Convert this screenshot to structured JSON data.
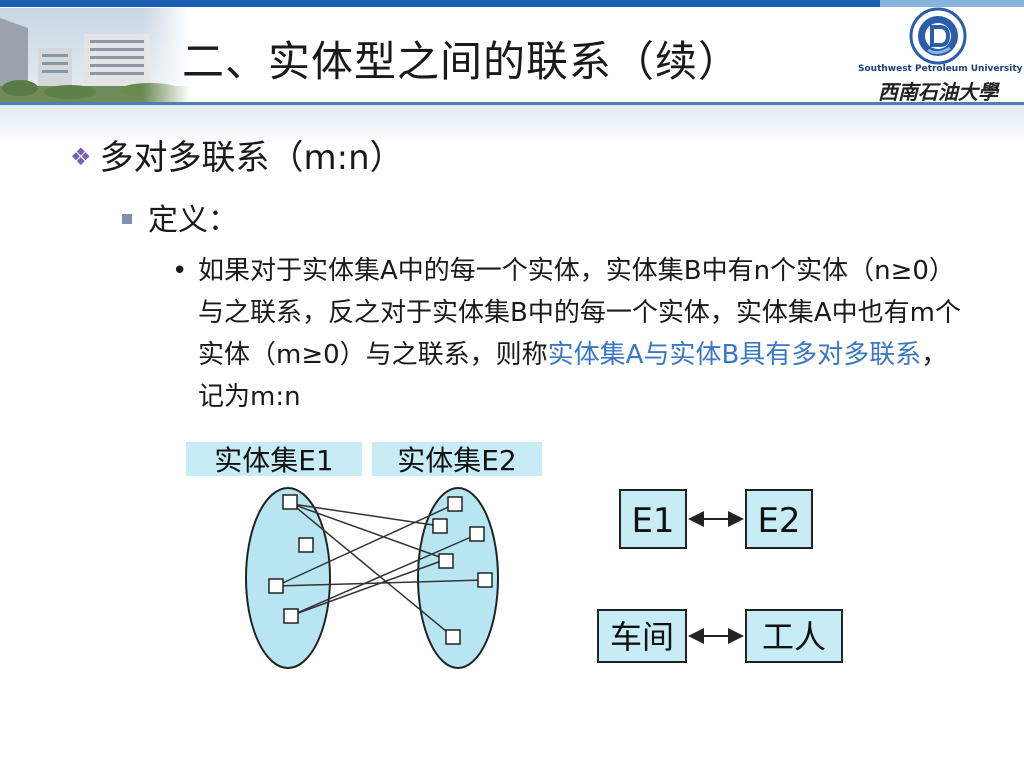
{
  "header": {
    "title": "二、实体型之间的联系（续）",
    "university_en": "Southwest Petroleum University",
    "university_cn": "西南石油大學"
  },
  "content": {
    "level1": "多对多联系（m:n）",
    "level2": "定义：",
    "level3_prefix": "如果对于实体集A中的每一个实体，实体集B中有n个实体（n≥0）与之联系，反之对于实体集B中的每一个实体，实体集A中也有m个实体（m≥0）与之联系，则称",
    "level3_highlight": "实体集A与实体B具有多对多联系",
    "level3_suffix": "，记为m:n"
  },
  "diagram": {
    "set1_label": "实体集E1",
    "set2_label": "实体集E2"
  },
  "relations": [
    {
      "left": "E1",
      "right": "E2"
    },
    {
      "left": "车间",
      "right": "工人"
    }
  ],
  "colors": {
    "accent_blue": "#1a5fb4",
    "highlight_text": "#3a78c4",
    "ellipse_fill": "#b7e6f2",
    "box_fill": "#c8ecf6",
    "bullet_purple": "#7b5fb3"
  }
}
